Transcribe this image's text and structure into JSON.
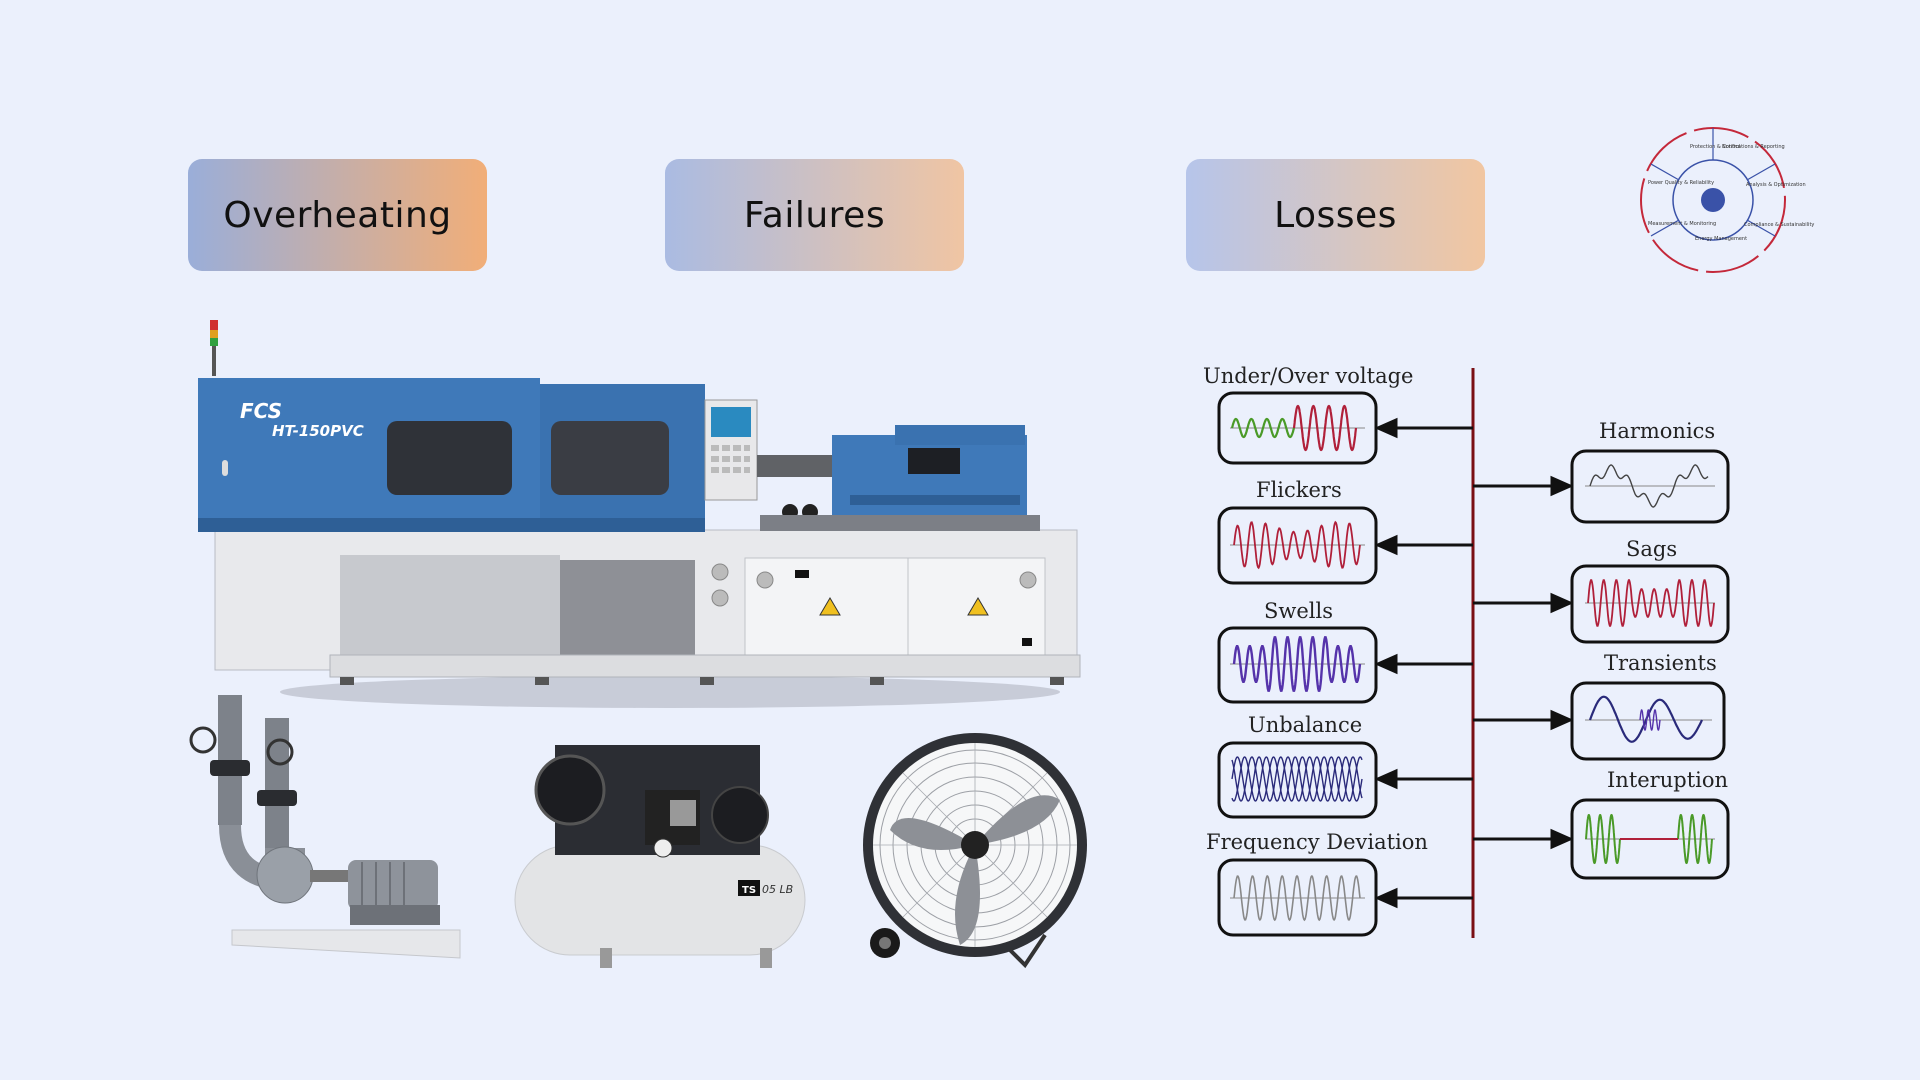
{
  "pills": {
    "overheating": "Overheating",
    "failures": "Failures",
    "losses": "Losses"
  },
  "machine": {
    "brand": "FCS",
    "model": "HT-150PVC"
  },
  "compressor": {
    "badge": "TS",
    "model": "05 LB"
  },
  "logo": {
    "segments": [
      "Protection & Control",
      "Notifications & Reporting",
      "Analysis & Optimization",
      "Compliance & Sustainability",
      "Measurement & Monitoring",
      "Power Quality & Reliability"
    ],
    "center": "Energy Management"
  },
  "diagram": {
    "left": [
      "Under/Over voltage",
      "Flickers",
      "Swells",
      "Unbalance",
      "Frequency Deviation"
    ],
    "right": [
      "Harmonics",
      "Sags",
      "Transients",
      "Interuption"
    ]
  },
  "colors": {
    "machine_blue": "#3f79b9",
    "bus_line": "#7a0f14",
    "wave_green": "#4a9a28",
    "wave_red": "#b0203a",
    "wave_navy": "#2a2a7a",
    "wave_purple": "#5533aa"
  }
}
